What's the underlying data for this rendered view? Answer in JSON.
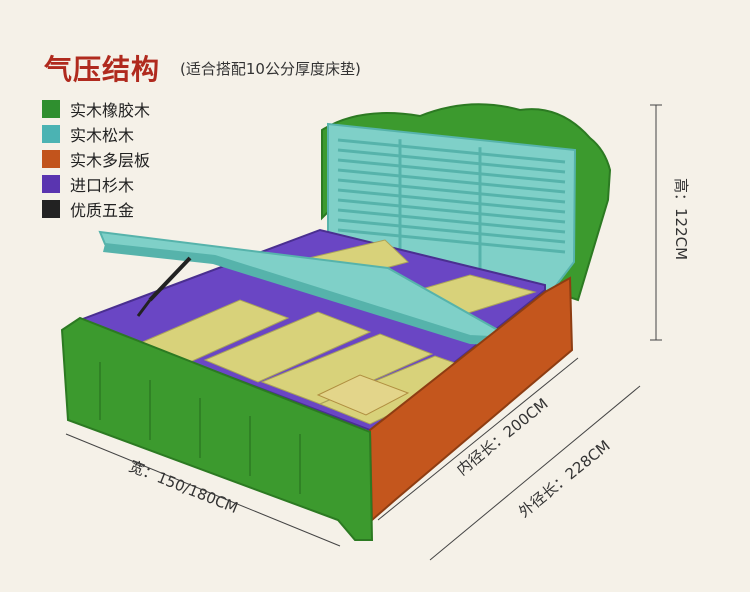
{
  "title": "气压结构",
  "subtitle": "(适合搭配10公分厚度床垫)",
  "legend": [
    {
      "label": "实木橡胶木",
      "color": "#2f8f2f"
    },
    {
      "label": "实木松木",
      "color": "#4bb3b3"
    },
    {
      "label": "实木多层板",
      "color": "#c2541c"
    },
    {
      "label": "进口杉木",
      "color": "#5a35b0"
    },
    {
      "label": "优质五金",
      "color": "#222222"
    }
  ],
  "dimensions": {
    "height": "高：122CM",
    "inner_length": "内径长：200CM",
    "outer_length": "外径长：228CM",
    "width": "宽：150/180CM"
  },
  "colors": {
    "green": "#3c9a2e",
    "green_dark": "#2c7a22",
    "teal": "#7fd0c8",
    "teal_dark": "#56b3ab",
    "orange": "#c4561d",
    "purple": "#6a46c4",
    "purple_light": "#8a6ad6",
    "yellow": "#d8d27a"
  }
}
